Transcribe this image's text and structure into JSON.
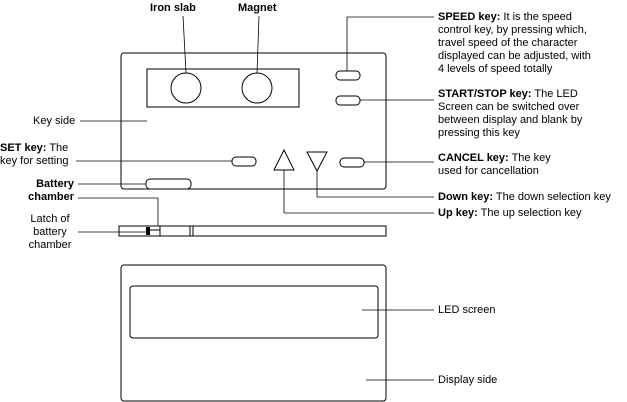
{
  "labels": {
    "iron_slab": "Iron slab",
    "magnet": "Magnet",
    "key_side": "Key side",
    "set_key": {
      "name": "SET key:",
      "desc_1": " The",
      "desc_2": "key for setting"
    },
    "battery_chamber": {
      "line1": "Battery",
      "line2": "chamber"
    },
    "latch": {
      "line1": "Latch of",
      "line2": "battery",
      "line3": "chamber"
    },
    "speed_key": {
      "name": "SPEED key:",
      "desc_1": " It is the speed",
      "line2": "control key, by pressing which,",
      "line3": "travel speed of the character",
      "line4": "displayed can be adjusted, with",
      "line5": "4 levels of speed totally"
    },
    "start_stop_key": {
      "name": "START/STOP key:",
      "desc_1": " The LED",
      "line2": "Screen can be switched over",
      "line3": "between display and blank by",
      "line4": "pressing this key"
    },
    "cancel_key": {
      "name": "CANCEL key:",
      "desc_1": " The key",
      "line2": "used for cancellation"
    },
    "down_key": {
      "name": "Down key:",
      "desc": " The down selection key"
    },
    "up_key": {
      "name": "Up key:",
      "desc": " The up selection key"
    },
    "led_screen": "LED screen",
    "display_side": "Display side"
  }
}
